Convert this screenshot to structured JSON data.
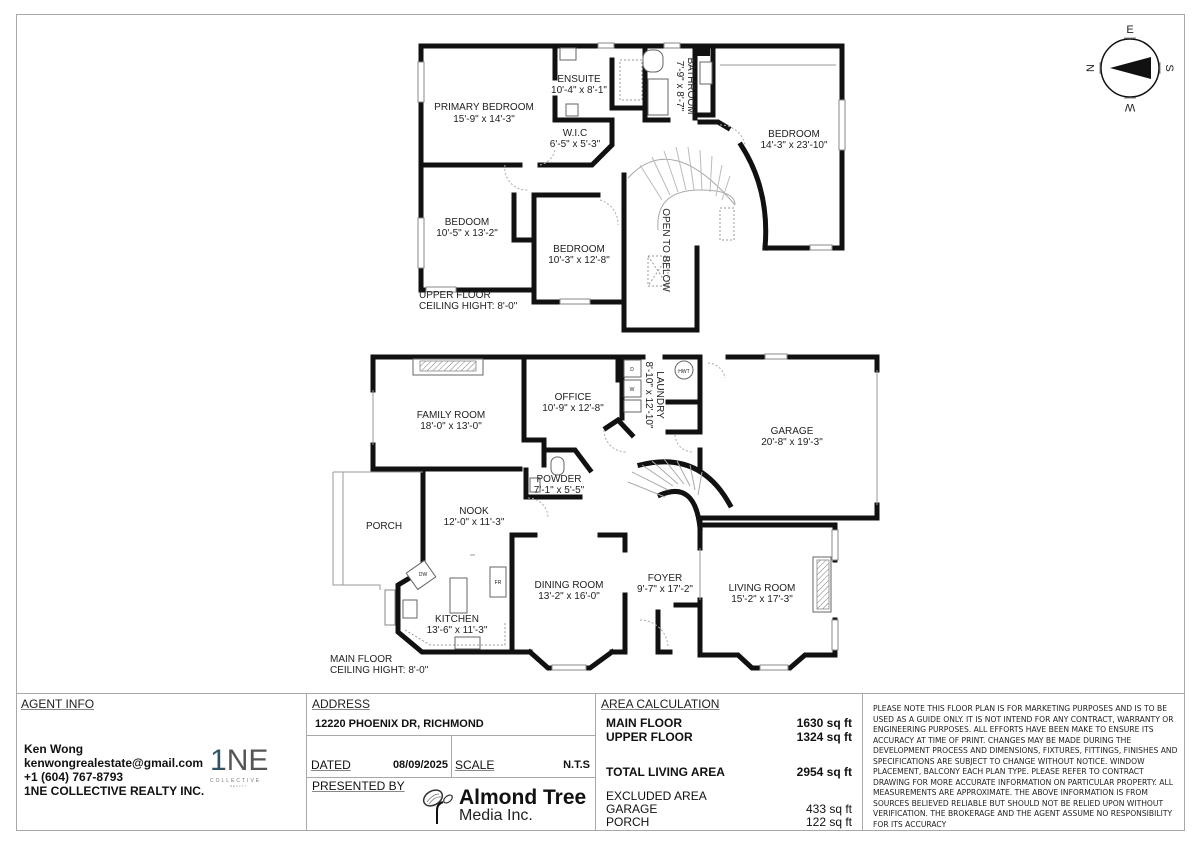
{
  "compass": {
    "labels": {
      "top": "E",
      "left": "N",
      "right": "S",
      "bottom": "W"
    }
  },
  "upper_floor": {
    "label": "UPPER FLOOR",
    "ceiling": "CEILING HIGHT: 8'-0\"",
    "rooms": [
      {
        "name": "PRIMARY BEDROOM",
        "dims": "15'-9\" x 14'-3\""
      },
      {
        "name": "ENSUITE",
        "dims": "10'-4\" x 8'-1\""
      },
      {
        "name": "BATHROOM",
        "dims": "7'-9\" x 8'-7\""
      },
      {
        "name": "W.I.C",
        "dims": "6'-5\" x 5'-3\""
      },
      {
        "name": "BEDROOM",
        "dims": "14'-3\" x 23'-10\""
      },
      {
        "name": "BEDOOM",
        "dims": "10'-5\" x 13'-2\""
      },
      {
        "name": "BEDROOM",
        "dims": "10'-3\" x 12'-8\""
      },
      {
        "name": "OPEN TO BELOW",
        "dims": ""
      }
    ]
  },
  "main_floor": {
    "label": "MAIN FLOOR",
    "ceiling": "CEILING HIGHT: 8'-0\"",
    "rooms": [
      {
        "name": "FAMILY ROOM",
        "dims": "18'-0\" x 13'-0\""
      },
      {
        "name": "OFFICE",
        "dims": "10'-9\" x 12'-8\""
      },
      {
        "name": "LAUNDRY",
        "dims": "8'-10\" x 12'-10\""
      },
      {
        "name": "GARAGE",
        "dims": "20'-8\" x 19'-3\""
      },
      {
        "name": "POWDER",
        "dims": "7'-1\" x 5'-5\""
      },
      {
        "name": "NOOK",
        "dims": "12'-0\" x 11'-3\""
      },
      {
        "name": "PORCH",
        "dims": ""
      },
      {
        "name": "KITCHEN",
        "dims": "13'-6\" x 11'-3\""
      },
      {
        "name": "DINING ROOM",
        "dims": "13'-2\" x 16'-0\""
      },
      {
        "name": "FOYER",
        "dims": "9'-7\" x 17'-2\""
      },
      {
        "name": "LIVING ROOM",
        "dims": "15'-2\" x 17'-3\""
      }
    ],
    "fixtures": {
      "hwt": "HWT",
      "dryer": "D",
      "washer": "W",
      "dishwasher": "DW",
      "fridge": "FR"
    }
  },
  "title_block": {
    "agent": {
      "header": "AGENT INFO",
      "name": "Ken Wong",
      "email": "kenwongrealestate@gmail.com",
      "phone": "+1 (604) 767-8793",
      "company": "1NE COLLECTIVE REALTY INC.",
      "logo_main_one": "1",
      "logo_main_rest": "NE",
      "logo_sub": "COLLECTIVE",
      "logo_sub2": "REALTY"
    },
    "address": {
      "header": "ADDRESS",
      "value": "12220 PHOENIX DR, RICHMOND",
      "dated_label": "DATED",
      "dated_value": "08/09/2025",
      "scale_label": "SCALE",
      "scale_value": "N.T.S",
      "presented_by_label": "PRESENTED BY",
      "presenter_line1": "Almond Tree",
      "presenter_line2": "Media Inc."
    },
    "area": {
      "header": "AREA CALCULATION",
      "main_floor_label": "MAIN FLOOR",
      "main_floor_value": "1630 sq ft",
      "upper_floor_label": "UPPER FLOOR",
      "upper_floor_value": "1324 sq ft",
      "total_label": "TOTAL LIVING AREA",
      "total_value": "2954 sq ft",
      "excluded_label": "EXCLUDED AREA",
      "garage_label": "GARAGE",
      "garage_value": "433 sq ft",
      "porch_label": "PORCH",
      "porch_value": "122 sq ft"
    },
    "disclaimer": "PLEASE NOTE THIS FLOOR PLAN IS FOR MARKETING PURPOSES AND IS TO BE USED AS A GUIDE ONLY. IT IS NOT INTEND FOR ANY CONTRACT, WARRANTY OR ENGINEERING PURPOSES. ALL EFFORTS HAVE BEEN MAKE TO ENSURE ITS ACCURACY AT TIME OF PRINT. CHANGES MAY BE MADE DURING THE DEVELOPMENT PROCESS AND DIMENSIONS, FIXTURES, FITTINGS, FINISHES AND SPECIFICATIONS ARE SUBJECT TO CHANGE WITHOUT NOTICE. WINDOW PLACEMENT, BALCONY EACH PLAN TYPE. PLEASE REFER TO CONTRACT DRAWING FOR MORE ACCURATE INFORMATION ON PARTICULAR PROPERTY. ALL MEASUREMENTS ARE APPROXIMATE. THE ABOVE INFORMATION IS FROM SOURCES BELIEVED RELIABLE BUT SHOULD NOT BE RELIED UPON WITHOUT VERIFICATION. THE BROKERAGE AND THE AGENT ASSUME NO RESPONSIBILITY FOR ITS ACCURACY"
  }
}
